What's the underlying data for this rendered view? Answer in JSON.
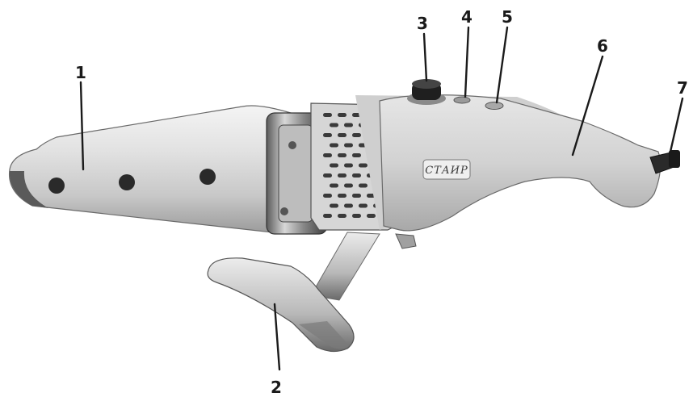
{
  "diagram": {
    "brand_label": "СТАИР",
    "callouts": [
      {
        "id": "1",
        "label": "1"
      },
      {
        "id": "2",
        "label": "2"
      },
      {
        "id": "3",
        "label": "3"
      },
      {
        "id": "4",
        "label": "4"
      },
      {
        "id": "5",
        "label": "5"
      },
      {
        "id": "6",
        "label": "6"
      },
      {
        "id": "7",
        "label": "7"
      }
    ]
  }
}
